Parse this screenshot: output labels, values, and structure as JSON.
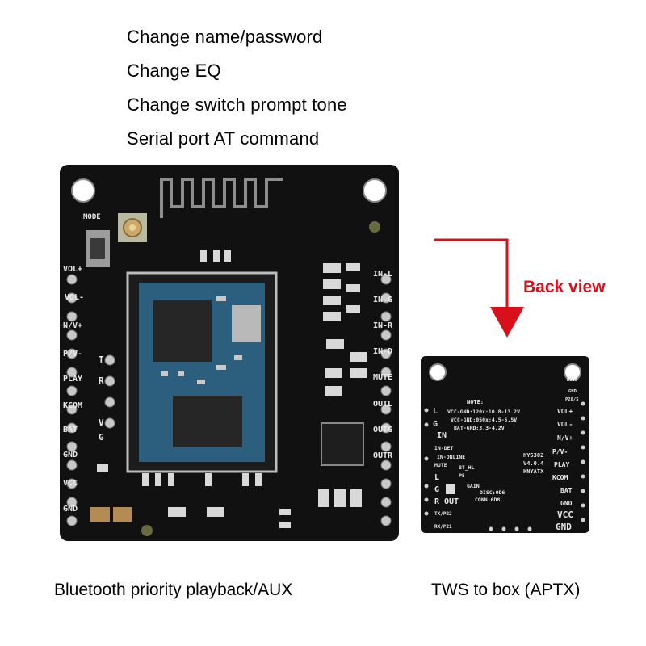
{
  "features": [
    "Change name/password",
    "Change EQ",
    "Change switch prompt tone",
    "Serial port AT command"
  ],
  "arrow": {
    "label": "Back view",
    "color": "#d7101b"
  },
  "captions": {
    "front": "Bluetooth priority playback/AUX",
    "back": "TWS to box (APTX)"
  },
  "front_board": {
    "left_pins": [
      "VOL+",
      "VOL-",
      "N/V+",
      "P/V-",
      "PLAY",
      "KCOM",
      "BAT",
      "GND",
      "VCC",
      "GND"
    ],
    "right_pins": [
      "IN-L",
      "IN-G",
      "IN-R",
      "IN-D",
      "MUTE",
      "OUTL",
      "OUTG",
      "OUTR"
    ],
    "uart_pins": [
      "T",
      "R",
      "V",
      "G"
    ],
    "mode_label": "MODE"
  },
  "back_board": {
    "note": [
      "NOTE:",
      "VCC-GND:120x:10.8-13.2V",
      "VCC-GND:050x:4.5-5.5V",
      "BAT-GND:3.3-4.2V"
    ],
    "model": [
      "HYS302",
      "V4.0.4",
      "HNYATX"
    ],
    "left_labels": [
      "L",
      "G",
      "IN",
      "IN-DET",
      "IN-ONLINE",
      "MUTE",
      "L",
      "G",
      "R",
      "OUT",
      "TX/P22",
      "RX/P21"
    ],
    "right_labels": [
      "MODE",
      "GND",
      "P28/S",
      "VOL+",
      "VOL-",
      "N/V+",
      "P/V-",
      "PLAY",
      "KCOM",
      "BAT",
      "GND",
      "VCC",
      "GND"
    ],
    "middle_labels": [
      "BT_HL",
      "P5",
      "GAIN",
      "DISC:0D6",
      "CONN:6D8"
    ]
  }
}
